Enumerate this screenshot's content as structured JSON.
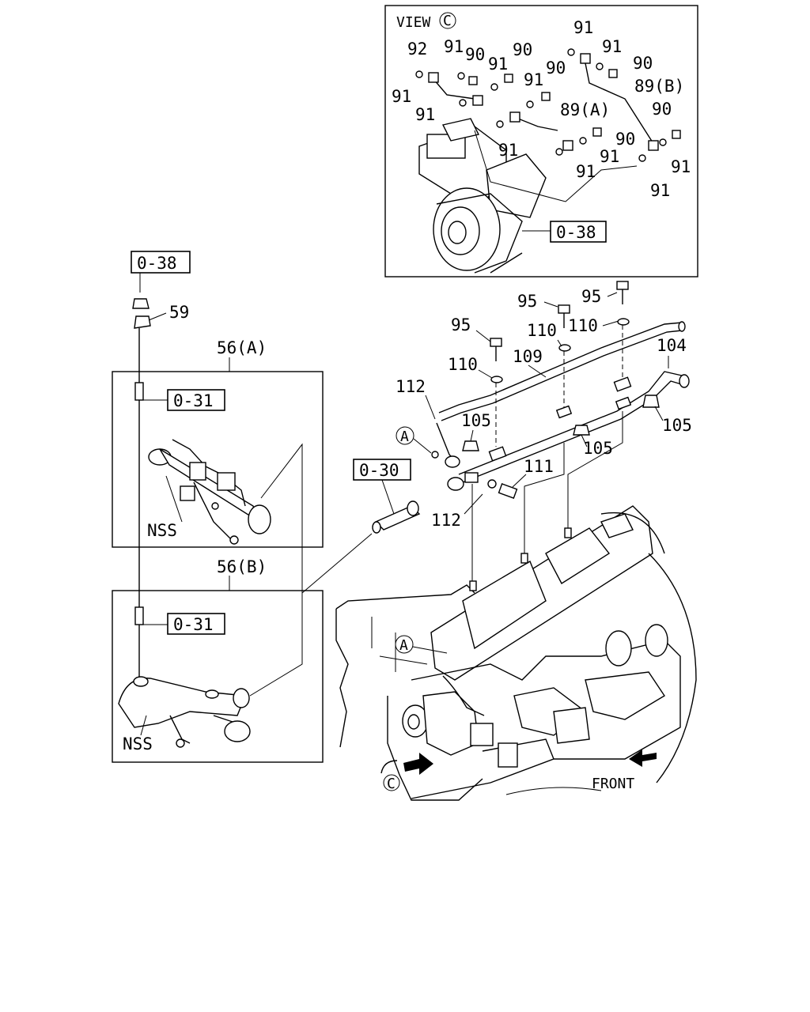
{
  "view_box": {
    "title": "VIEW",
    "view_mark": "C"
  },
  "view_labels": {
    "l92": "92",
    "l91a": "91",
    "l90a": "90",
    "l91b": "91",
    "l90b": "90",
    "l91c": "91",
    "l90c": "90",
    "l91d": "91",
    "l91e": "91",
    "l91f": "91",
    "l91g": "91",
    "l90d": "90",
    "l89b": "89(B)",
    "l90e": "90",
    "l89a": "89(A)",
    "l90f": "90",
    "l91h": "91",
    "l91i": "91",
    "l91j": "91",
    "l91k": "91",
    "l91l": "91"
  },
  "ref_boxes": {
    "r038_view": "0-38",
    "r038_top": "0-38",
    "r031_a": "0-31",
    "r031_b": "0-31",
    "r030": "0-30"
  },
  "callouts": {
    "c59": "59",
    "c56a": "56(A)",
    "c56b": "56(B)",
    "nss_a": "NSS",
    "nss_b": "NSS",
    "c95a": "95",
    "c95b": "95",
    "c95c": "95",
    "c110a": "110",
    "c110b": "110",
    "c110c": "110",
    "c109": "109",
    "c104": "104",
    "c112a": "112",
    "c112b": "112",
    "c105a": "105",
    "c105b": "105",
    "c105c": "105",
    "c111": "111"
  },
  "markers": {
    "a1": "A",
    "a2": "A",
    "c_view": "C"
  },
  "front": "FRONT"
}
